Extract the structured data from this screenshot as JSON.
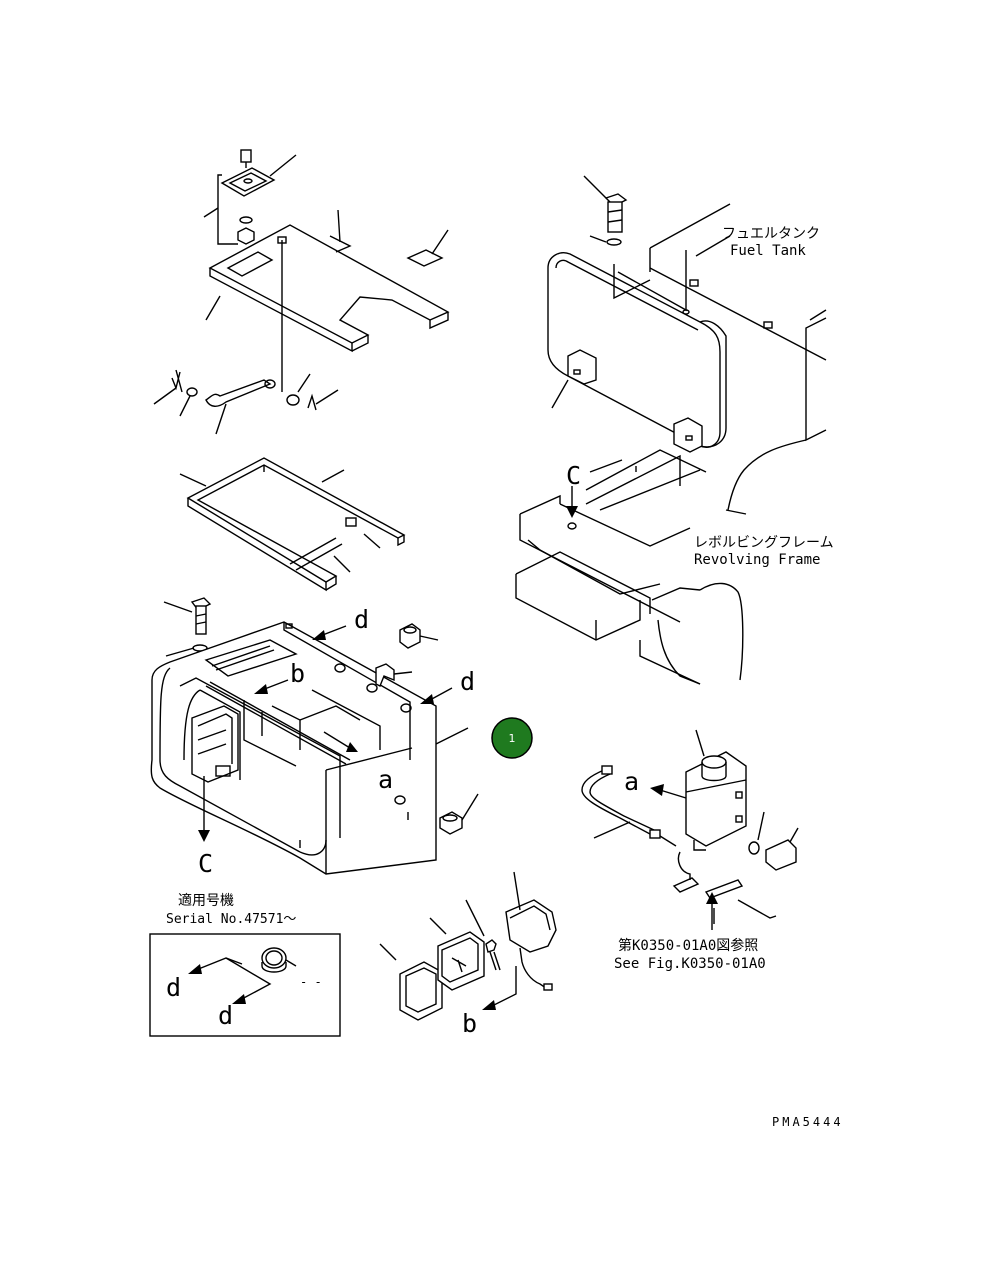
{
  "labels": {
    "fuel_tank_jp": "フュエルタンク",
    "fuel_tank_en": "Fuel Tank",
    "revolving_frame_jp": "レボルビングフレーム",
    "revolving_frame_en": "Revolving Frame",
    "applicable_jp": "適用号機",
    "serial": "Serial No.47571～",
    "see_fig_jp": "第K0350-01A0図参照",
    "see_fig_en": "See Fig.K0350-01A0",
    "drawing_code": "PMA5444",
    "dash_marker": "- -"
  },
  "callouts": {
    "c": "C",
    "d": "d",
    "a": "a",
    "b": "b"
  },
  "badge": {
    "number": "1",
    "color": "#1f7a1f"
  }
}
